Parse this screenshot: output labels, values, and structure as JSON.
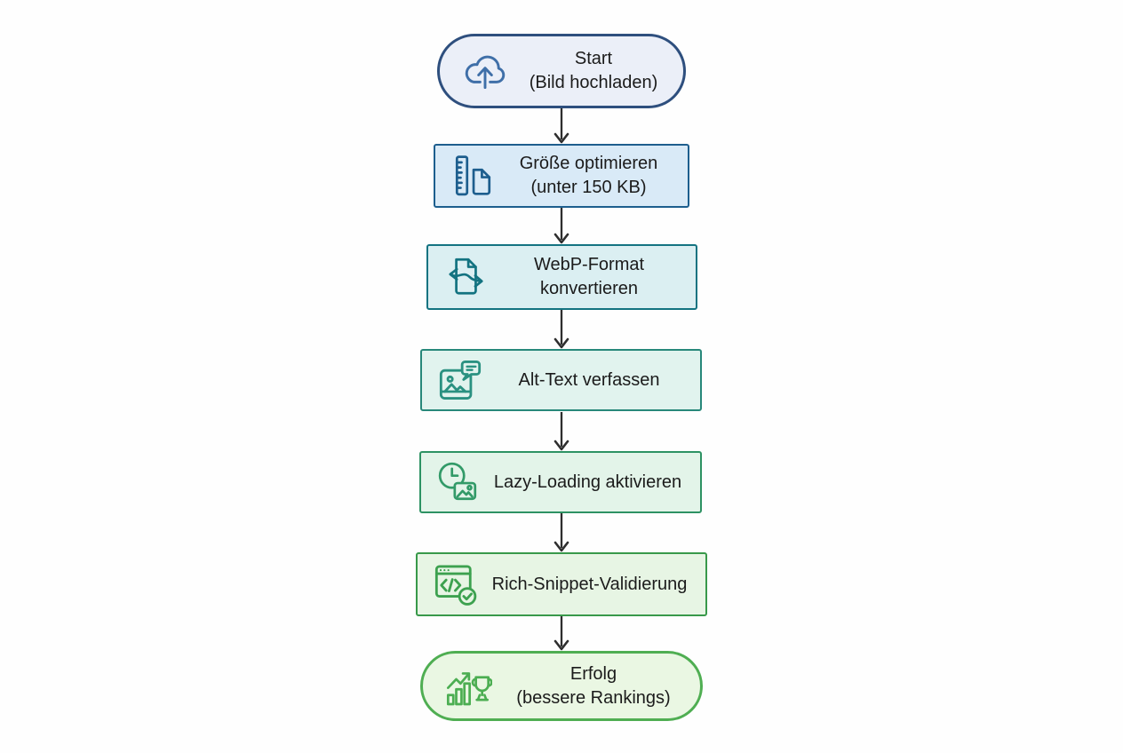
{
  "arrow_color": "#2e2e2e",
  "text_color": "#1b1b1b",
  "nodes": [
    {
      "id": "start",
      "lines": [
        "Start",
        "(Bild hochladen)"
      ],
      "icon": "cloud-upload-icon",
      "shape": "stadium",
      "fill": "#ebeff8",
      "border": "#2e4f7e",
      "icon_color": "#3f6fa8"
    },
    {
      "id": "size-optimize",
      "lines": [
        "Größe optimieren",
        "(unter 150 KB)"
      ],
      "icon": "ruler-document-icon",
      "shape": "rect",
      "fill": "#d9eaf7",
      "border": "#1d5e8e",
      "icon_color": "#1d5e8e"
    },
    {
      "id": "webp-convert",
      "lines": [
        "WebP-Format",
        "konvertieren"
      ],
      "icon": "document-convert-icon",
      "shape": "rect",
      "fill": "#dbeff2",
      "border": "#137381",
      "icon_color": "#137381"
    },
    {
      "id": "alt-text",
      "lines": [
        "Alt-Text verfassen"
      ],
      "icon": "image-comment-icon",
      "shape": "rect",
      "fill": "#e1f3ee",
      "border": "#27887a",
      "icon_color": "#2a9181"
    },
    {
      "id": "lazy-loading",
      "lines": [
        "Lazy-Loading aktivieren"
      ],
      "icon": "clock-image-icon",
      "shape": "rect",
      "fill": "#e3f4e9",
      "border": "#2d9263",
      "icon_color": "#329a68"
    },
    {
      "id": "rich-snippet",
      "lines": [
        "Rich-Snippet-Validierung"
      ],
      "icon": "code-check-icon",
      "shape": "rect",
      "fill": "#e7f5e4",
      "border": "#38994a",
      "icon_color": "#3da14f"
    },
    {
      "id": "success",
      "lines": [
        "Erfolg",
        "(bessere Rankings)"
      ],
      "icon": "chart-trophy-icon",
      "shape": "stadium",
      "fill": "#eaf7e3",
      "border": "#4fae52",
      "icon_color": "#4cae52"
    }
  ]
}
